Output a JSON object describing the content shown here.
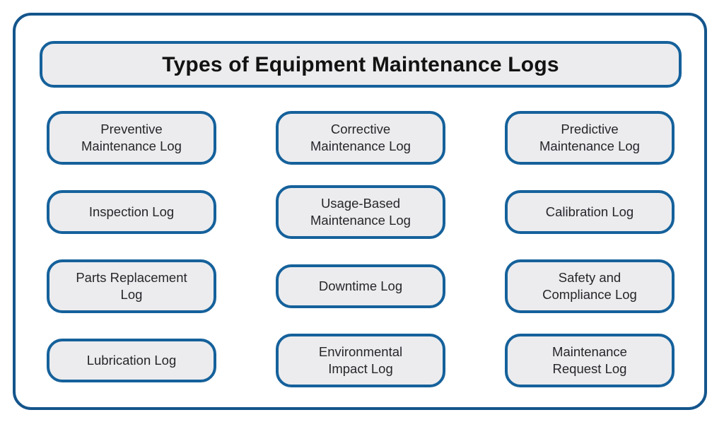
{
  "diagram": {
    "title": "Types of Equipment Maintenance Logs",
    "accent_border_color": "#15619B",
    "frame_border_color": "#14558C",
    "card_fill_color": "#ECECEE",
    "label_text_color": "#26262B",
    "columns": 3,
    "rows": 4,
    "cards": [
      {
        "label": "Preventive\nMaintenance Log",
        "lines": 2
      },
      {
        "label": "Corrective\nMaintenance Log",
        "lines": 2
      },
      {
        "label": "Predictive\nMaintenance Log",
        "lines": 2
      },
      {
        "label": "Inspection Log",
        "lines": 1
      },
      {
        "label": "Usage-Based\nMaintenance Log",
        "lines": 2
      },
      {
        "label": "Calibration Log",
        "lines": 1
      },
      {
        "label": "Parts Replacement\nLog",
        "lines": 2
      },
      {
        "label": "Downtime Log",
        "lines": 1
      },
      {
        "label": "Safety and\nCompliance Log",
        "lines": 2
      },
      {
        "label": "Lubrication Log",
        "lines": 1
      },
      {
        "label": "Environmental\nImpact Log",
        "lines": 2
      },
      {
        "label": "Maintenance\nRequest Log",
        "lines": 2
      }
    ]
  }
}
